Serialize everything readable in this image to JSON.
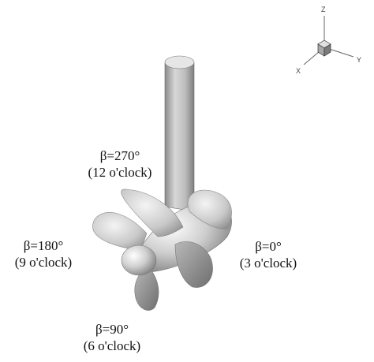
{
  "labels": {
    "beta_270": {
      "angle": "β=270°",
      "clock": "(12 o'clock)"
    },
    "beta_180": {
      "angle": "β=180°",
      "clock": "(9 o'clock)"
    },
    "beta_0": {
      "angle": "β=0°",
      "clock": "(3 o'clock)"
    },
    "beta_90": {
      "angle": "β=90°",
      "clock": "(6 o'clock)"
    }
  },
  "axes": {
    "z": "Z",
    "x": "X",
    "y": "Y"
  }
}
